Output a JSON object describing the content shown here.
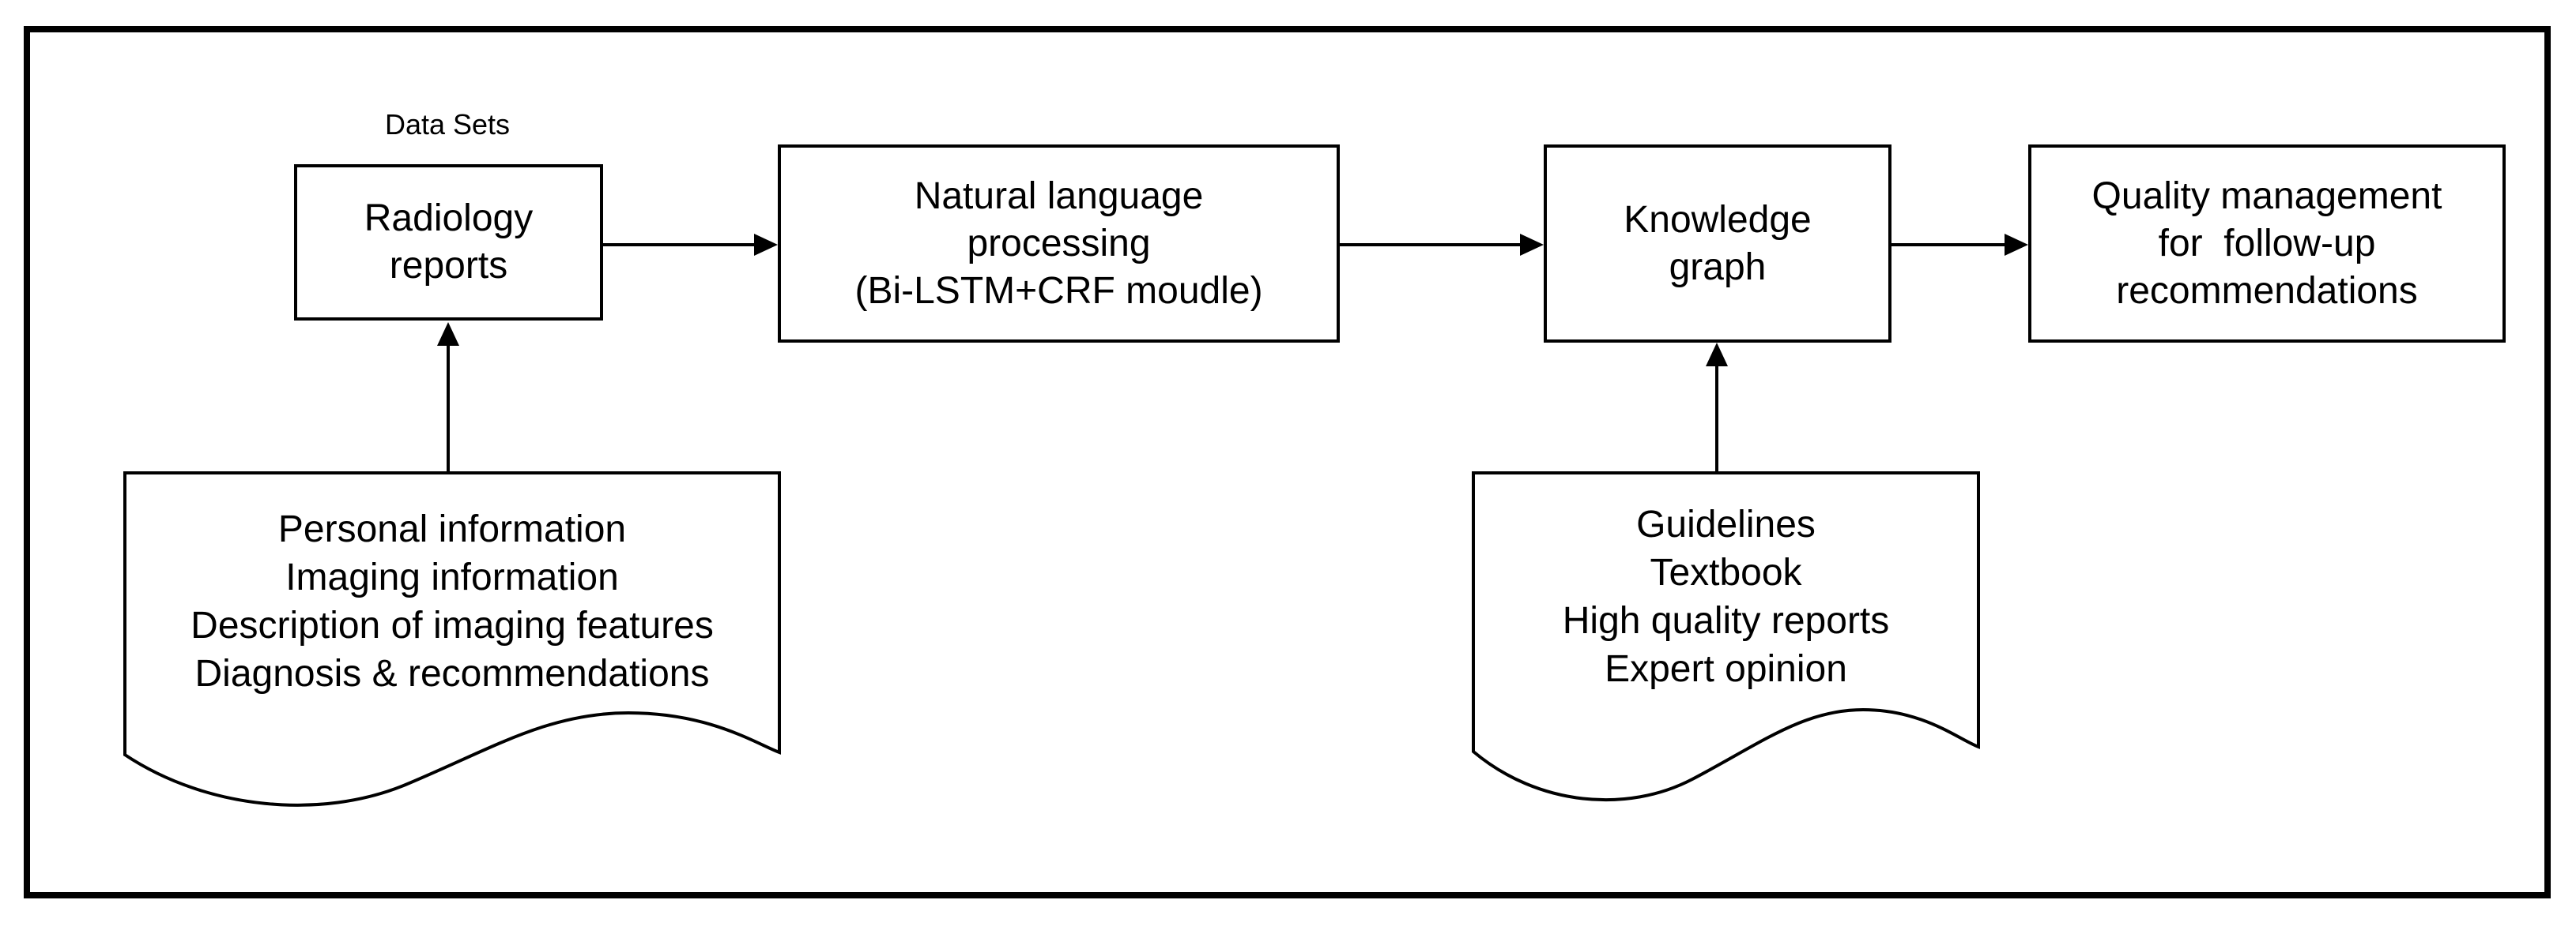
{
  "diagram": {
    "data_sets_label": "Data Sets",
    "nodes": {
      "radiology": {
        "lines": [
          "Radiology",
          "reports"
        ]
      },
      "nlp": {
        "lines": [
          "Natural language",
          "processing",
          "(Bi-LSTM+CRF moudle)"
        ]
      },
      "knowledge_graph": {
        "lines": [
          "Knowledge",
          "graph"
        ]
      },
      "quality_management": {
        "lines": [
          "Quality management",
          "for  follow-up",
          "recommendations"
        ]
      }
    },
    "documents": {
      "radiology_report_contents": {
        "lines": [
          "Personal information",
          "Imaging information",
          "Description of imaging features",
          "Diagnosis & recommendations"
        ]
      },
      "knowledge_sources": {
        "lines": [
          "Guidelines",
          "Textbook",
          "High quality reports",
          "Expert opinion"
        ]
      }
    },
    "colors": {
      "stroke": "#000000",
      "background": "#ffffff"
    }
  }
}
